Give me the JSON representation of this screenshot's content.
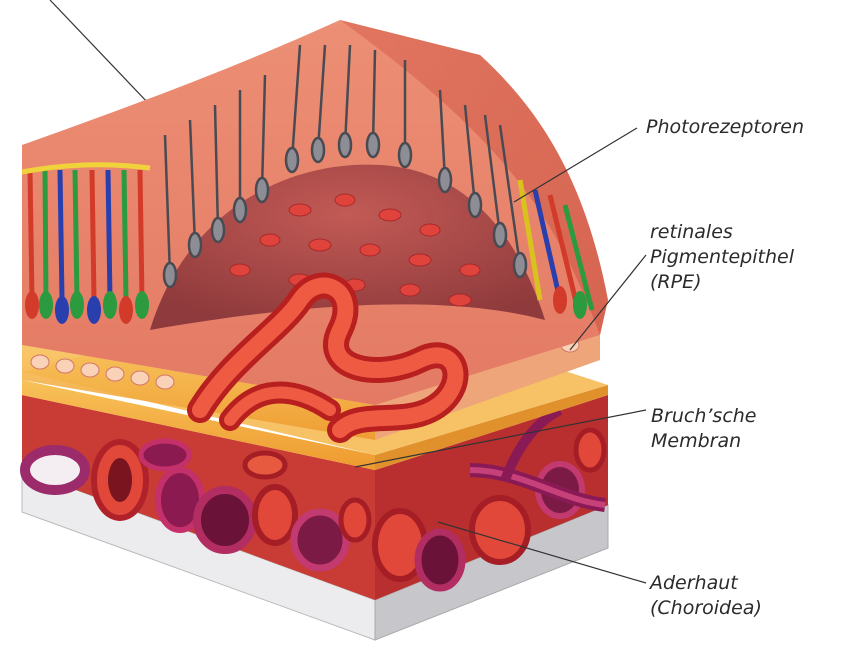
{
  "labels": {
    "photoreceptors": "Photorezeptoren",
    "rpe": [
      "retinales",
      "Pigmentepithel",
      "(RPE)"
    ],
    "bruch": [
      "Bruch’sche",
      "Membran"
    ],
    "choroid": [
      "Aderhaut",
      "(Choroidea)"
    ]
  },
  "colors": {
    "retina": "#e8836a",
    "rpe": "#f7c7a8",
    "bruch": "#f2a93b",
    "vessels": "#d6332a",
    "base": "#d9d9db"
  }
}
